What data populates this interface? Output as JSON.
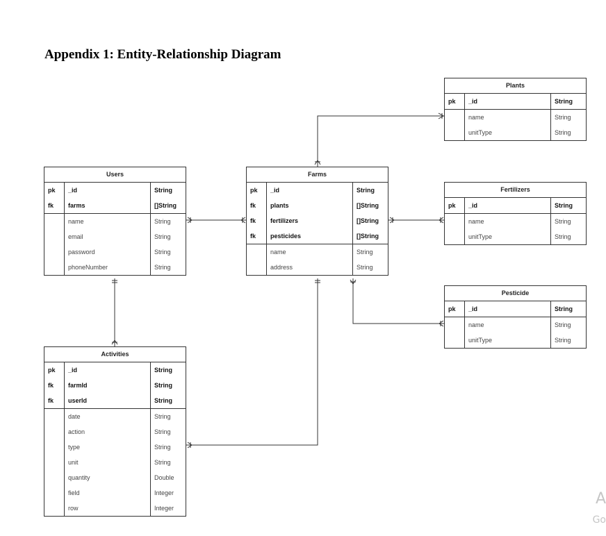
{
  "page": {
    "title": "Appendix 1: Entity-Relationship Diagram"
  },
  "entities": {
    "users": {
      "title": "Users",
      "keys": [
        {
          "k": "pk",
          "n": "_id",
          "t": "String"
        },
        {
          "k": "fk",
          "n": "farms",
          "t": "[]String"
        }
      ],
      "attrs": [
        {
          "n": "name",
          "t": "String"
        },
        {
          "n": "email",
          "t": "String"
        },
        {
          "n": "password",
          "t": "String"
        },
        {
          "n": "phoneNumber",
          "t": "String"
        }
      ]
    },
    "farms": {
      "title": "Farms",
      "keys": [
        {
          "k": "pk",
          "n": "_id",
          "t": "String"
        },
        {
          "k": "fk",
          "n": "plants",
          "t": "[]String"
        },
        {
          "k": "fk",
          "n": "fertilizers",
          "t": "[]String"
        },
        {
          "k": "fk",
          "n": "pesticides",
          "t": "[]String"
        }
      ],
      "attrs": [
        {
          "n": "name",
          "t": "String"
        },
        {
          "n": "address",
          "t": "String"
        }
      ]
    },
    "plants": {
      "title": "Plants",
      "keys": [
        {
          "k": "pk",
          "n": "_id",
          "t": "String"
        }
      ],
      "attrs": [
        {
          "n": "name",
          "t": "String"
        },
        {
          "n": "unitType",
          "t": "String"
        }
      ]
    },
    "fertilizers": {
      "title": "Fertilizers",
      "keys": [
        {
          "k": "pk",
          "n": "_id",
          "t": "String"
        }
      ],
      "attrs": [
        {
          "n": "name",
          "t": "String"
        },
        {
          "n": "unitType",
          "t": "String"
        }
      ]
    },
    "pesticide": {
      "title": "Pesticide",
      "keys": [
        {
          "k": "pk",
          "n": "_id",
          "t": "String"
        }
      ],
      "attrs": [
        {
          "n": "name",
          "t": "String"
        },
        {
          "n": "unitType",
          "t": "String"
        }
      ]
    },
    "activities": {
      "title": "Activities",
      "keys": [
        {
          "k": "pk",
          "n": "_id",
          "t": "String"
        },
        {
          "k": "fk",
          "n": "farmId",
          "t": "String"
        },
        {
          "k": "fk",
          "n": "userId",
          "t": "String"
        }
      ],
      "attrs": [
        {
          "n": "date",
          "t": "String"
        },
        {
          "n": "action",
          "t": "String"
        },
        {
          "n": "type",
          "t": "String"
        },
        {
          "n": "unit",
          "t": "String"
        },
        {
          "n": "quantity",
          "t": "Double"
        },
        {
          "n": "field",
          "t": "Integer"
        },
        {
          "n": "row",
          "t": "Integer"
        }
      ]
    }
  },
  "edge_fragments": {
    "line1": "A",
    "line2": "Go"
  }
}
